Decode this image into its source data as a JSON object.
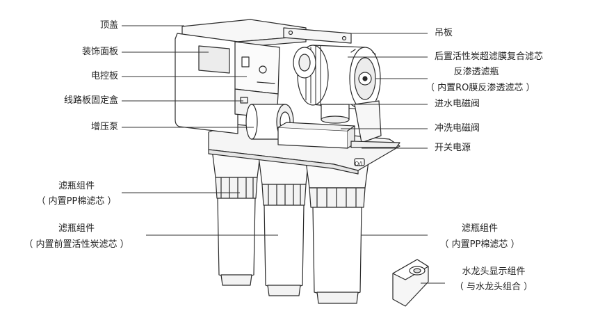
{
  "labels": {
    "top_cover": "顶盖",
    "decor_panel": "装饰面板",
    "control_board": "电控板",
    "circuit_box": "线路板固定盒",
    "booster_pump": "增压泵",
    "filter_left_title": "滤瓶组件",
    "filter_left_sub": "（ 内置PP棉滤芯 ）",
    "filter_mid_title": "滤瓶组件",
    "filter_mid_sub": "（ 内置前置活性炭滤芯 ）",
    "hanging_plate": "吊板",
    "post_filter": "后置活性炭超滤膜复合滤芯",
    "ro_bottle_title": "反渗透滤瓶",
    "ro_bottle_sub": "（ 内置RO膜反渗透滤芯 ）",
    "inlet_valve": "进水电磁阀",
    "flush_valve": "冲洗电磁阀",
    "power_switch": "开关电源",
    "filter_right_title": "滤瓶组件",
    "filter_right_sub": "（ 内置PP棉滤芯 ）",
    "faucet_title": "水龙头显示组件",
    "faucet_sub": "（ 与水龙头组合 ）"
  },
  "device_marking": "O/I"
}
